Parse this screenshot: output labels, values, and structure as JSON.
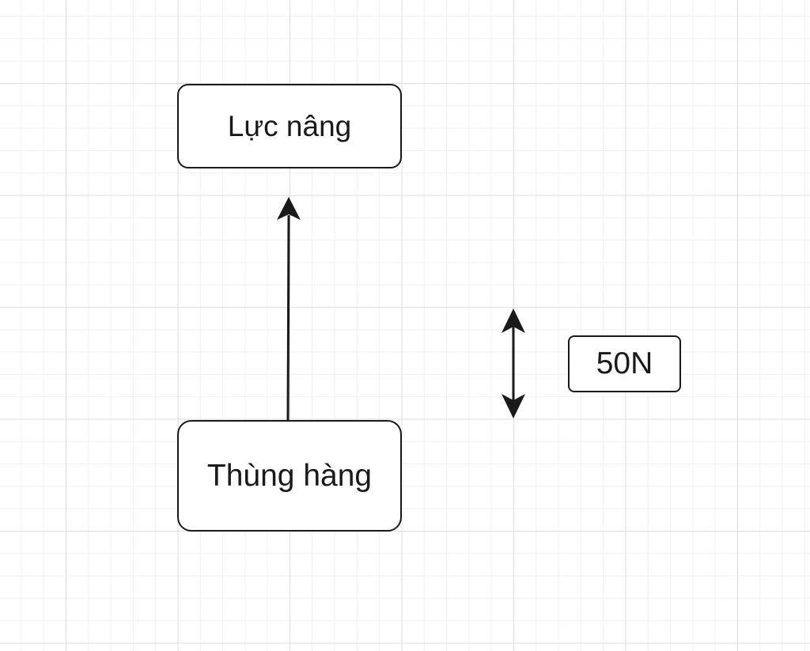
{
  "nodes": {
    "lift_force": {
      "label": "Lực nâng"
    },
    "cargo_box": {
      "label": "Thùng hàng"
    },
    "scale": {
      "label": "50N"
    }
  },
  "edges": [
    {
      "from": "cargo_box",
      "to": "lift_force",
      "style": "single-arrow"
    }
  ],
  "scale_indicator": {
    "style": "double-arrow",
    "label_ref": "scale"
  },
  "colors": {
    "stroke": "#1a1a1a",
    "grid_major": "#dedede",
    "grid_minor": "#f1f1f1",
    "background": "#ffffff"
  }
}
